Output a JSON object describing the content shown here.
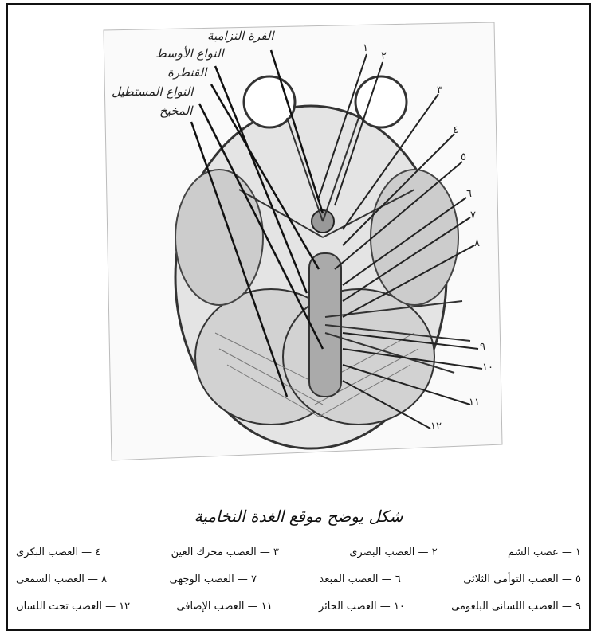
{
  "figure": {
    "labels_left": [
      "الفرة النزامية",
      "النواع الأوسط",
      "القنطرة",
      "النواع المستطيل",
      "المخيخ"
    ],
    "numbers_right": [
      "١",
      "٢",
      "٣",
      "٤",
      "٥",
      "٦",
      "٧",
      "٨",
      "٩",
      "١٠",
      "١١",
      "١٢"
    ]
  },
  "caption": "شكل يوضح موقع الغدة النخامية",
  "legend": [
    [
      "١ — عصب الشم",
      "٢ — العصب البصرى",
      "٣ — العصب محرك العين",
      "٤ — العصب البكرى"
    ],
    [
      "٥ — العصب التوأمى الثلاثى",
      "٦ — العصب المبعد",
      "٧ — العصب الوجهى",
      "٨ — العصب السمعى"
    ],
    [
      "٩ — العصب اللسانى البلعومى",
      "١٠ — العصب الحائر",
      "١١ — العصب الإضافى",
      "١٢ — العصب تحت اللسان"
    ]
  ]
}
